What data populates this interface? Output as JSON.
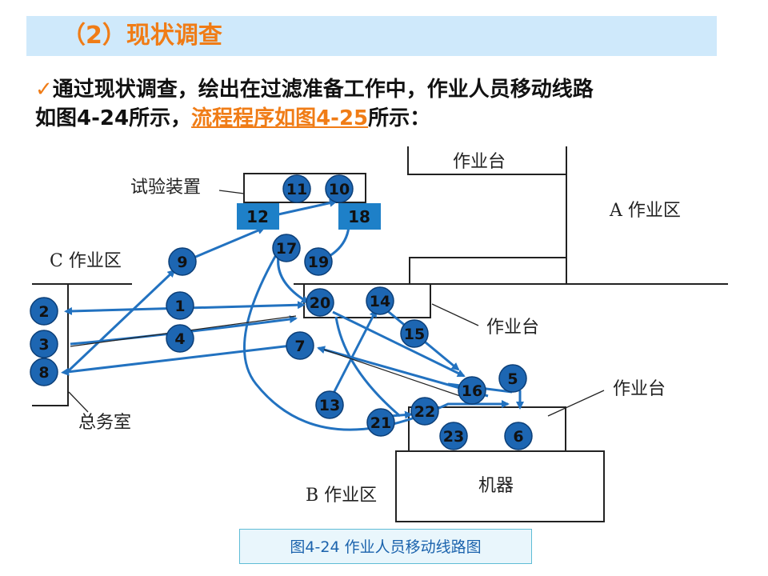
{
  "slide": {
    "title": "（2）现状调查",
    "intro_check": "✓",
    "intro_line1": "通过现状调查，绘出在过滤准备工作中，作业人员移动线路",
    "intro_line2_a": "如图4-24所示，",
    "intro_line2_link": "流程程序如图4-25",
    "intro_line2_b": "所示："
  },
  "diagram": {
    "labels": {
      "test_device": "试验装置",
      "workbench_top": "作业台",
      "zone_a": "A 作业区",
      "zone_c": "C 作业区",
      "workbench_mid": "作业台",
      "workbench_right": "作业台",
      "general_office": "总务室",
      "zone_b": "B 作业区",
      "machine": "机器"
    },
    "circle_steps": [
      "11",
      "10",
      "9",
      "17",
      "19",
      "20",
      "14",
      "15",
      "1",
      "4",
      "7",
      "2",
      "3",
      "8",
      "5",
      "16",
      "13",
      "22",
      "21",
      "23",
      "6"
    ],
    "box_steps": [
      "12",
      "18"
    ],
    "colors": {
      "route": "#2272c0",
      "circle_fill": "#1d66b2",
      "box_fill": "#1e80c8",
      "line": "#222222"
    }
  },
  "caption": "图4-24  作业人员移动线路图"
}
